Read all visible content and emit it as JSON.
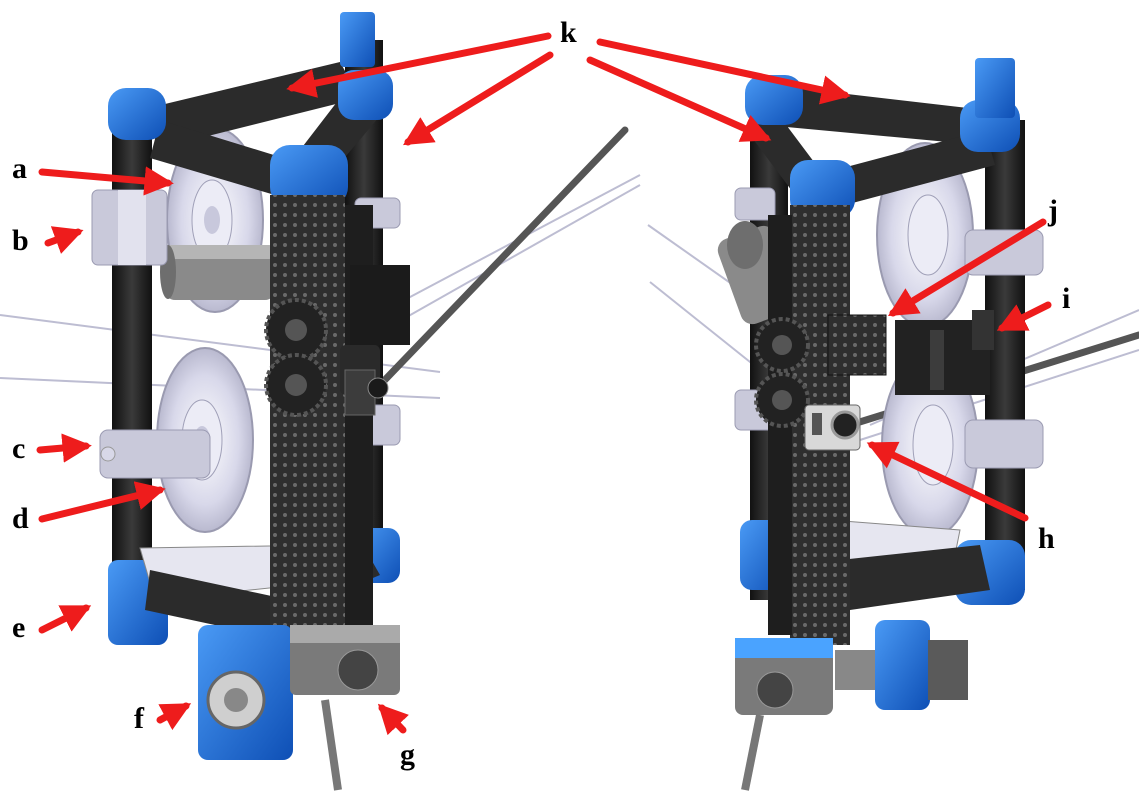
{
  "figure": {
    "labels": [
      "a",
      "b",
      "c",
      "d",
      "e",
      "f",
      "g",
      "h",
      "i",
      "j",
      "k"
    ],
    "colors": {
      "arrow": "#ee1c1c",
      "frame_blue": "#1f6fe0",
      "tube_black": "#262626",
      "plate_gray": "#3a3a3a",
      "wheel_light": "#dcdcec",
      "cable": "#b8b8cc"
    },
    "views": [
      "left-view",
      "right-view"
    ]
  }
}
